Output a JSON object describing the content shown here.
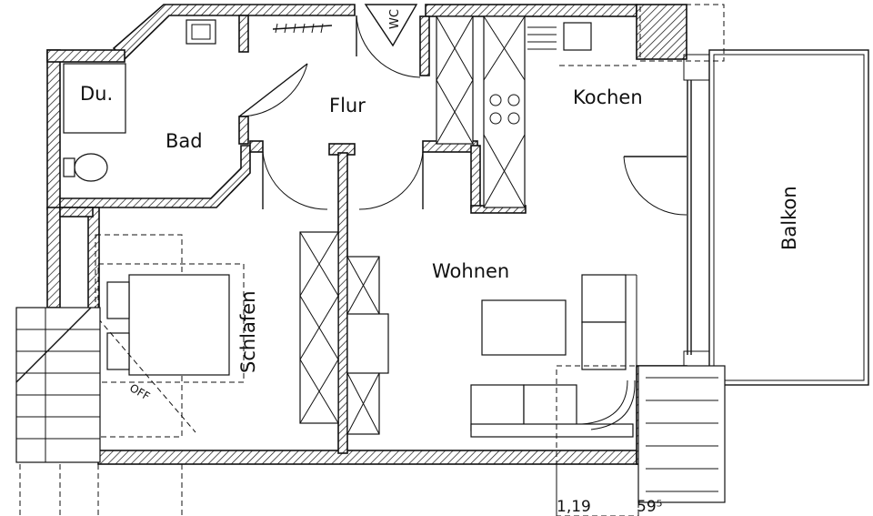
{
  "rooms": {
    "bad": "Bad",
    "dusche": "Du.",
    "flur": "Flur",
    "kochen": "Kochen",
    "schlafen": "Schlafen",
    "wohnen": "Wohnen",
    "balkon": "Balkon",
    "wc": "WC"
  },
  "stair_label": "OFF",
  "dimensions": [
    "1,19",
    "59⁵"
  ]
}
